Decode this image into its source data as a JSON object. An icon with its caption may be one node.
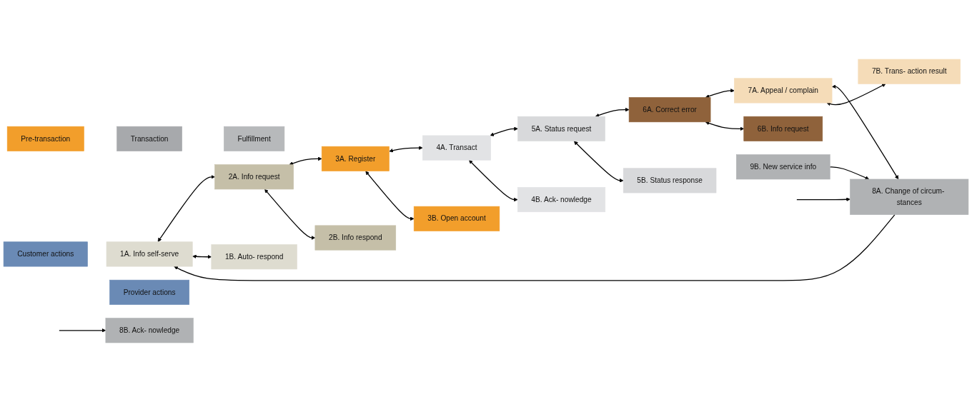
{
  "diagram": {
    "nodes": [
      {
        "text": [
          "Pre-transaction"
        ]
      },
      {
        "text": [
          "Transaction"
        ]
      },
      {
        "text": [
          "Fulfillment"
        ]
      },
      {
        "text": [
          "Customer actions"
        ]
      },
      {
        "text": [
          "1A. Info self-serve"
        ]
      },
      {
        "text": [
          "2A. Info request"
        ]
      },
      {
        "text": [
          "3A. Register"
        ]
      },
      {
        "text": [
          "4A. Transact"
        ]
      },
      {
        "text": [
          "5A. Status request"
        ]
      },
      {
        "text": [
          "6A. Correct error"
        ]
      },
      {
        "text": [
          "7A. Appeal / complain"
        ]
      },
      {
        "text": [
          "8A. Change of circum- stances"
        ]
      },
      {
        "text": [
          "Provider actions"
        ]
      },
      {
        "text": [
          "1B. Auto- respond"
        ]
      },
      {
        "text": [
          "2B. Info respond"
        ]
      },
      {
        "text": [
          "3B. Open account"
        ]
      },
      {
        "text": [
          "4B. Ack- nowledge"
        ]
      },
      {
        "text": [
          "5B. Status response"
        ]
      },
      {
        "text": [
          "6B. Info request"
        ]
      },
      {
        "text": [
          "7B. Trans- action result"
        ]
      },
      {
        "text": [
          "8B. Ack- nowledge"
        ]
      },
      {
        "text": [
          "9B. New service info"
        ]
      }
    ],
    "edges": [
      {
        "from": 4,
        "to": 5,
        "arrow": "both"
      },
      {
        "from": 5,
        "to": 6,
        "arrow": "both"
      },
      {
        "from": 6,
        "to": 7,
        "arrow": "both"
      },
      {
        "from": 7,
        "to": 8,
        "arrow": "both"
      },
      {
        "from": 8,
        "to": 9,
        "arrow": "both"
      },
      {
        "from": 9,
        "to": 10,
        "arrow": "both"
      },
      {
        "from": 10,
        "to": 11,
        "arrow": "both"
      },
      {
        "from": null,
        "to": 11,
        "arrow": "to"
      },
      {
        "from": 11,
        "to": 4,
        "arrow": "to"
      },
      {
        "from": 21,
        "to": 11,
        "arrow": "to"
      },
      {
        "from": null,
        "to": 20,
        "arrow": "to"
      },
      {
        "from": 4,
        "to": 13,
        "arrow": "both"
      },
      {
        "from": 5,
        "to": 14,
        "arrow": "both"
      },
      {
        "from": 6,
        "to": 15,
        "arrow": "both"
      },
      {
        "from": 7,
        "to": 16,
        "arrow": "both"
      },
      {
        "from": 8,
        "to": 17,
        "arrow": "both"
      },
      {
        "from": 9,
        "to": 18,
        "arrow": "both"
      },
      {
        "from": 10,
        "to": 19,
        "arrow": "both"
      }
    ]
  }
}
